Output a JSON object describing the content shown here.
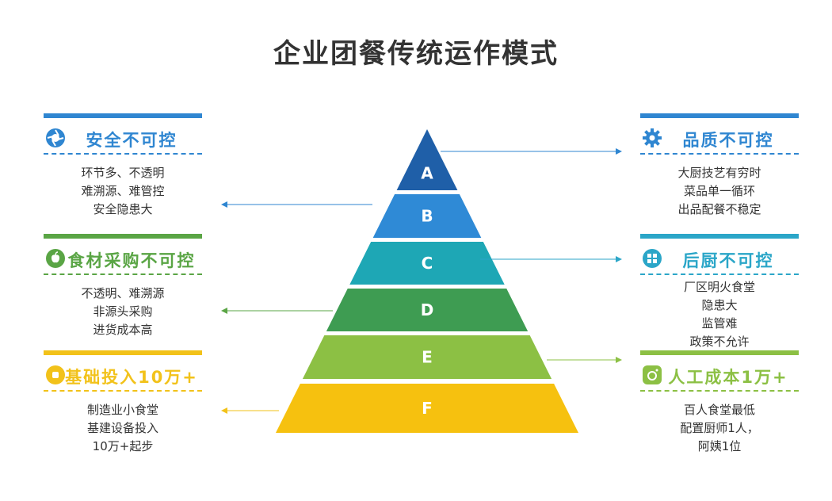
{
  "title": "企业团餐传统运作模式",
  "pyramid": {
    "levels": [
      {
        "label": "A",
        "color": "#1f5fa8"
      },
      {
        "label": "B",
        "color": "#2f8ad6"
      },
      {
        "label": "C",
        "color": "#1ea7b5"
      },
      {
        "label": "D",
        "color": "#3e9c52"
      },
      {
        "label": "E",
        "color": "#8cc044"
      },
      {
        "label": "F",
        "color": "#f6c10f"
      }
    ]
  },
  "panels": {
    "safety": {
      "heading": "安全不可控",
      "color": "#2f86d1",
      "icon": "shutter-icon",
      "lines": [
        "环节多、不透明",
        "难溯源、难管控",
        "安全隐患大"
      ]
    },
    "purchase": {
      "heading": "食材采购不可控",
      "color": "#5aa545",
      "icon": "apple-icon",
      "lines": [
        "不透明、难溯源",
        "非源头采购",
        "进货成本高"
      ]
    },
    "invest": {
      "heading": "基础投入10万+",
      "color": "#f2c21a",
      "icon": "coin-icon",
      "lines": [
        "制造业小食堂",
        "基建设备投入",
        "10万+起步"
      ]
    },
    "quality": {
      "heading": "品质不可控",
      "color": "#2f86d1",
      "icon": "gear-icon",
      "lines": [
        "大厨技艺有穷时",
        "菜品单一循环",
        "出品配餐不稳定"
      ]
    },
    "kitchen": {
      "heading": "后厨不可控",
      "color": "#2ba6c8",
      "icon": "windows-icon",
      "lines": [
        "厂区明火食堂",
        "隐患大",
        "监管难",
        "政策不允许"
      ]
    },
    "labor": {
      "heading": "人工成本1万+",
      "color": "#8cc044",
      "icon": "camera-icon",
      "lines": [
        "百人食堂最低",
        "配置厨师1人，",
        "阿姨1位"
      ]
    }
  }
}
